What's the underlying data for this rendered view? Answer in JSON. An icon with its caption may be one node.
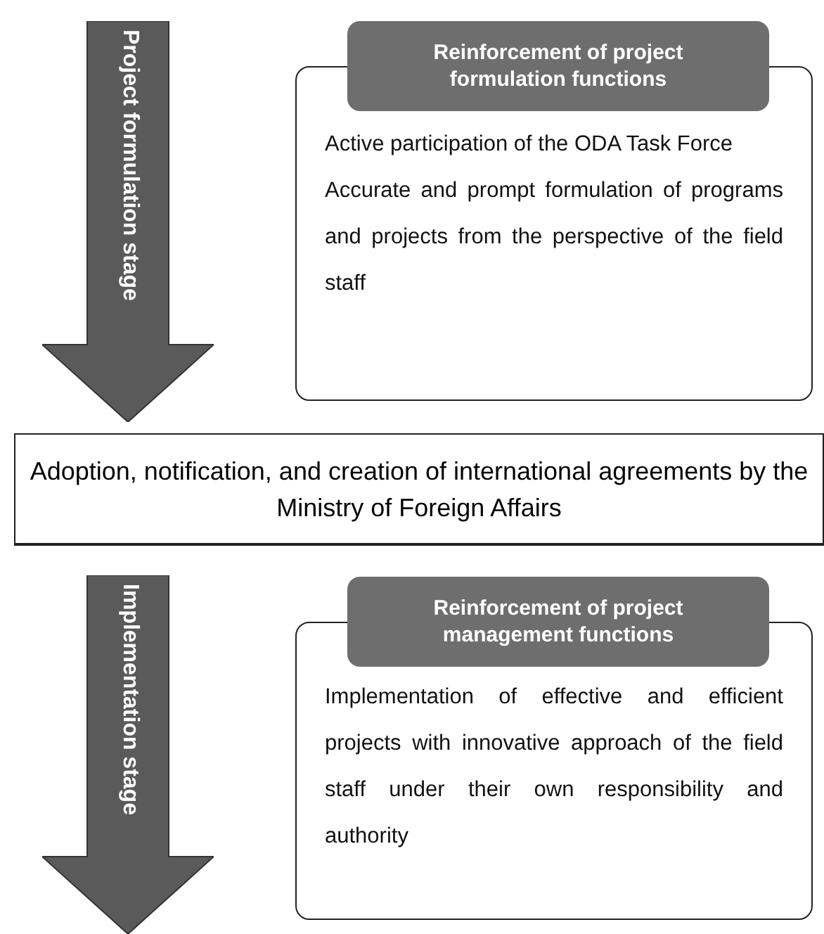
{
  "diagram": {
    "nodes": [
      {
        "text": [
          "Project formulation stage"
        ]
      },
      {
        "text": [
          "Reinforcement of project formulation functions",
          "Active participation of the ODA Task Force",
          "Accurate and prompt formulation of programs and projects from the perspective of the field staff"
        ]
      },
      {
        "text": [
          "Adoption, notification, and creation of international agreements by the Ministry of Foreign Affairs"
        ]
      },
      {
        "text": [
          "Implementation stage"
        ]
      },
      {
        "text": [
          "Reinforcement of project management functions",
          "Implementation of effective and efficient projects with innovative approach of the field staff under their own responsibility and authority"
        ]
      }
    ]
  }
}
